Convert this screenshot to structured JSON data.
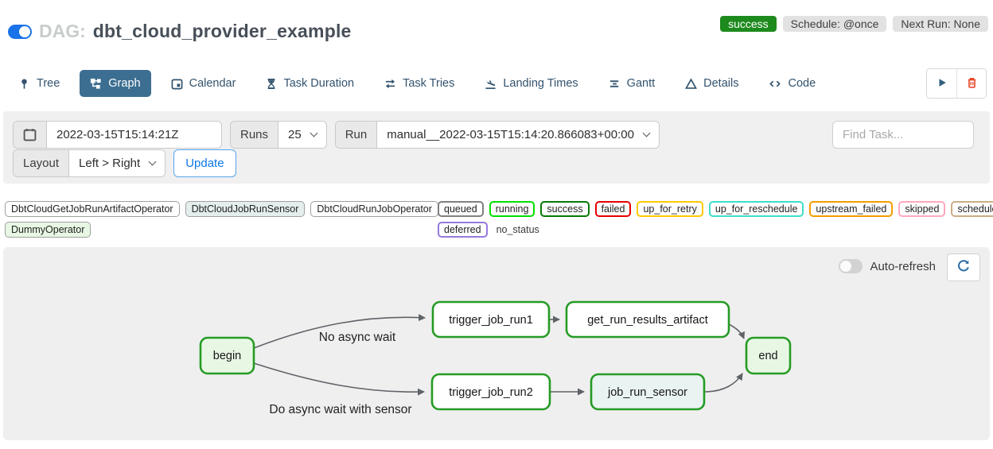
{
  "header": {
    "pause_toggle_state": "on",
    "dag_label": "DAG:",
    "dag_title": "dbt_cloud_provider_example",
    "status_badge": "success",
    "schedule_badge": "Schedule: @once",
    "next_run_badge": "Next Run: None"
  },
  "tabs": [
    {
      "label": "Tree",
      "icon": "tree-icon",
      "active": false
    },
    {
      "label": "Graph",
      "icon": "graph-icon",
      "active": true
    },
    {
      "label": "Calendar",
      "icon": "calendar-icon",
      "active": false
    },
    {
      "label": "Task Duration",
      "icon": "hourglass-icon",
      "active": false
    },
    {
      "label": "Task Tries",
      "icon": "retry-arrows-icon",
      "active": false
    },
    {
      "label": "Landing Times",
      "icon": "plane-landing-icon",
      "active": false
    },
    {
      "label": "Gantt",
      "icon": "gantt-bars-icon",
      "active": false
    },
    {
      "label": "Details",
      "icon": "triangle-icon",
      "active": false
    },
    {
      "label": "Code",
      "icon": "code-brackets-icon",
      "active": false
    }
  ],
  "dag_actions": {
    "trigger_icon": "play-icon",
    "delete_icon": "trash-icon"
  },
  "filters": {
    "base_date_value": "2022-03-15T15:14:21Z",
    "runs_label": "Runs",
    "runs_value": "25",
    "run_label": "Run",
    "run_value": "manual__2022-03-15T15:14:20.866083+00:00",
    "find_task_placeholder": "Find Task...",
    "layout_label": "Layout",
    "layout_value": "Left > Right",
    "update_button": "Update"
  },
  "legend": {
    "operators": [
      {
        "label": "DbtCloudGetJobRunArtifactOperator",
        "color": "#ffffff"
      },
      {
        "label": "DbtCloudJobRunSensor",
        "color": "#e4eeed"
      },
      {
        "label": "DbtCloudRunJobOperator",
        "color": "#ffffff"
      },
      {
        "label": "DummyOperator",
        "color": "#e8f7e4"
      }
    ],
    "statuses": [
      {
        "label": "queued",
        "color": "#808080"
      },
      {
        "label": "running",
        "color": "#00e000"
      },
      {
        "label": "success",
        "color": "#067a06"
      },
      {
        "label": "failed",
        "color": "#e60000"
      },
      {
        "label": "up_for_retry",
        "color": "#ffc800"
      },
      {
        "label": "up_for_reschedule",
        "color": "#3fdcca"
      },
      {
        "label": "upstream_failed",
        "color": "#f59e00"
      },
      {
        "label": "skipped",
        "color": "#ffa8bd"
      },
      {
        "label": "scheduled",
        "color": "#c9ad85"
      },
      {
        "label": "deferred",
        "color": "#9679de"
      },
      {
        "label": "no_status",
        "color": "none"
      }
    ]
  },
  "graph": {
    "auto_refresh_label": "Auto-refresh",
    "refresh_icon": "refresh-icon",
    "edge_labels": {
      "top": "No async wait",
      "bottom": "Do async wait with sensor"
    },
    "nodes": [
      {
        "label": "begin",
        "operator": "DummyOperator",
        "state": "success"
      },
      {
        "label": "trigger_job_run1",
        "operator": "DbtCloudRunJobOperator",
        "state": "success"
      },
      {
        "label": "get_run_results_artifact",
        "operator": "DbtCloudGetJobRunArtifactOperator",
        "state": "success"
      },
      {
        "label": "trigger_job_run2",
        "operator": "DbtCloudRunJobOperator",
        "state": "success"
      },
      {
        "label": "job_run_sensor",
        "operator": "DbtCloudJobRunSensor",
        "state": "success"
      },
      {
        "label": "end",
        "operator": "DummyOperator",
        "state": "success"
      }
    ]
  },
  "colors": {
    "accent_blue": "#0d78e8",
    "active_tab": "#3c6e91",
    "success_green": "#1d8a1d",
    "node_border": "#259b24",
    "panel_gray": "#f0f0f0",
    "graph_bg": "#efefef"
  }
}
